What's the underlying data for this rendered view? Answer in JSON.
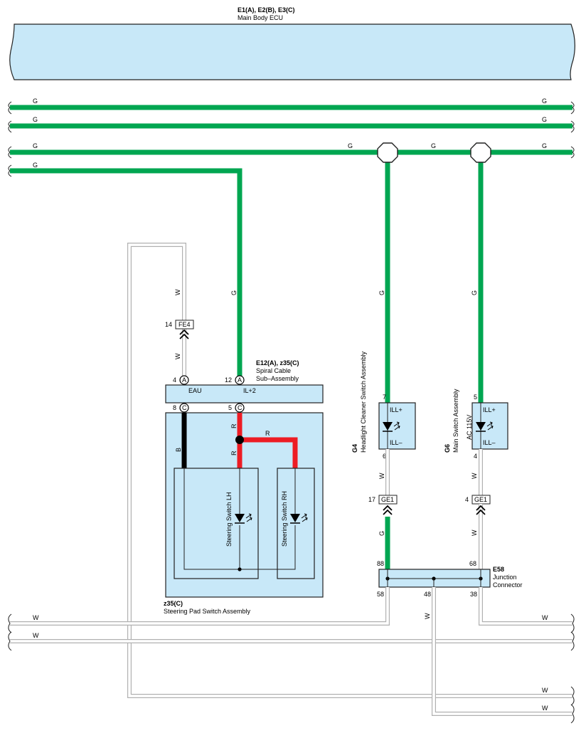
{
  "ecu": {
    "ids": "E1(A), E2(B), E3(C)",
    "name": "Main Body ECU"
  },
  "wire_colors": {
    "G": "#00a651",
    "R": "#ed1c24",
    "B": "#000000",
    "W": "#b0b0b0",
    "component_fill": "#c8e8f8"
  },
  "wires": {
    "top1_left": "G",
    "top1_right": "G",
    "top2_left": "G",
    "top2_right": "G",
    "top3_left": "G",
    "top3_mid1": "G",
    "top3_mid2": "G",
    "top3_right": "G",
    "top4_left": "G",
    "spiral_in": "G",
    "w_upper": "W",
    "w_lower": "W",
    "red_upper": "R",
    "red_branch": "R",
    "red_lower": "R",
    "black": "B",
    "g4_in": "G",
    "g6_in": "G",
    "g4_out": "W",
    "g6_out": "W",
    "e58_in_left": "G",
    "e58_in_right": "W",
    "e58_mid": "W",
    "bottom1": "W",
    "bottom2": "W",
    "bottom3": "W",
    "bottom4": "W"
  },
  "fe4": {
    "label": "FE4",
    "pin": "14"
  },
  "spiral": {
    "ids": "E12(A), z35(C)",
    "name_line1": "Spiral Cable",
    "name_line2": "Sub–Assembly",
    "pinA1": "4",
    "pinA1_tag": "A",
    "pinA2": "12",
    "pinA2_tag": "A",
    "pinC1": "8",
    "pinC1_tag": "C",
    "pinC2": "5",
    "pinC2_tag": "C",
    "term1": "EAU",
    "term2": "IL+2"
  },
  "steering": {
    "ids": "z35(C)",
    "name": "Steering Pad Switch Assembly",
    "lh": "Steering Switch LH",
    "rh": "Steering Switch RH"
  },
  "g4": {
    "id": "G4",
    "name": "Headlight Cleaner Switch Assembly",
    "pin_top": "7",
    "pin_bottom": "6",
    "term_top": "ILL+",
    "term_bottom": "ILL–"
  },
  "g6": {
    "id": "G6",
    "name": "Main Switch Assembly",
    "sub": "AC 115V",
    "pin_top": "5",
    "pin_bottom": "4",
    "term_top": "ILL+",
    "term_bottom": "ILL–"
  },
  "ge1_left": {
    "label": "GE1",
    "pin": "17"
  },
  "ge1_right": {
    "label": "GE1",
    "pin": "4"
  },
  "e58": {
    "id": "E58",
    "name_line1": "Junction",
    "name_line2": "Connector",
    "pin88": "88",
    "pin68": "68",
    "pin58": "58",
    "pin48": "48",
    "pin38": "38"
  }
}
